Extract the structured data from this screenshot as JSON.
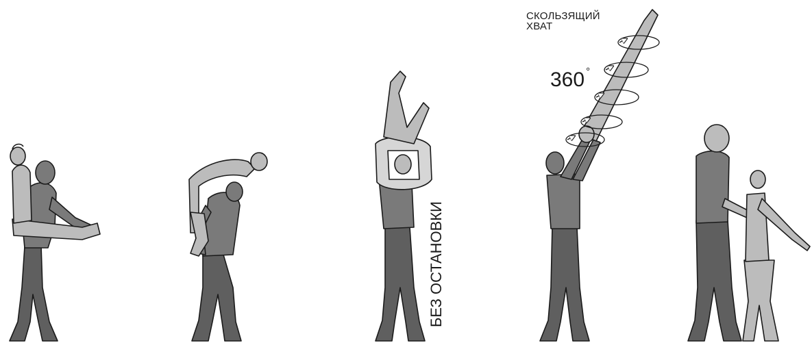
{
  "labels": {
    "sliding_grip_line1": "СКОЛЬЗЯЩИЙ",
    "sliding_grip_line2": "ХВАТ",
    "rotation_value": "360",
    "rotation_unit": "°",
    "no_stop": "БЕЗ ОСТАНОВКИ"
  },
  "colors": {
    "partner_man": "#7a7a7a",
    "partner_man_dark": "#5a5a5a",
    "partner_woman": "#b8b8b8",
    "outline": "#1a1a1a",
    "background": "#ffffff"
  }
}
